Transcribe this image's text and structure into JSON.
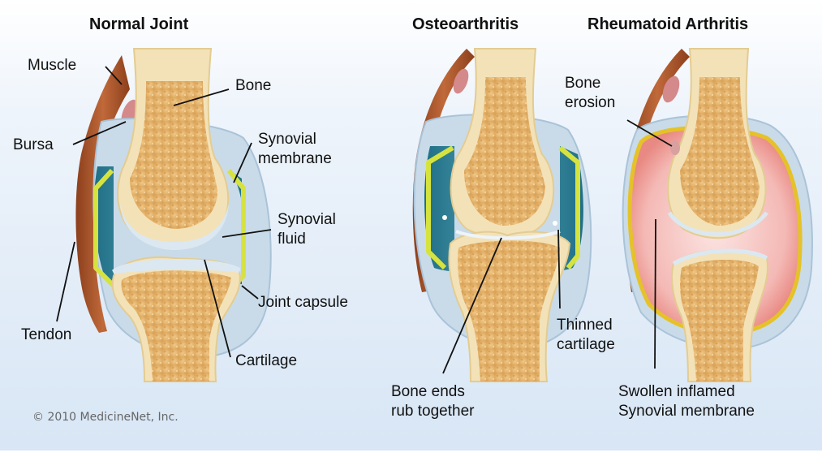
{
  "titles": {
    "normal": "Normal Joint",
    "osteo": "Osteoarthritis",
    "rheumatoid": "Rheumatoid Arthritis"
  },
  "labels": {
    "muscle": "Muscle",
    "bursa": "Bursa",
    "tendon": "Tendon",
    "bone": "Bone",
    "synovial_membrane": [
      "Synovial",
      "membrane"
    ],
    "synovial_fluid": [
      "Synovial",
      "fluid"
    ],
    "joint_capsule": "Joint capsule",
    "cartilage": "Cartilage",
    "bone_ends": [
      "Bone ends",
      "rub together"
    ],
    "thinned_cartilage": [
      "Thinned",
      "cartilage"
    ],
    "bone_erosion": [
      "Bone",
      "erosion"
    ],
    "swollen": [
      "Swollen inflamed",
      "Synovial membrane"
    ]
  },
  "credit": "© 2010 MedicineNet, Inc.",
  "colors": {
    "background_top": "#ffffff",
    "background_bottom": "#dce8f6",
    "bone": "#f3e2b8",
    "bone_spongy": "#e8bb78",
    "synovial_fluid": "#2f8096",
    "cartilage": "#d8e6ef",
    "membrane": "#d9e64a",
    "muscle": "#a8512a",
    "inflamed": "#f3b8b6"
  }
}
